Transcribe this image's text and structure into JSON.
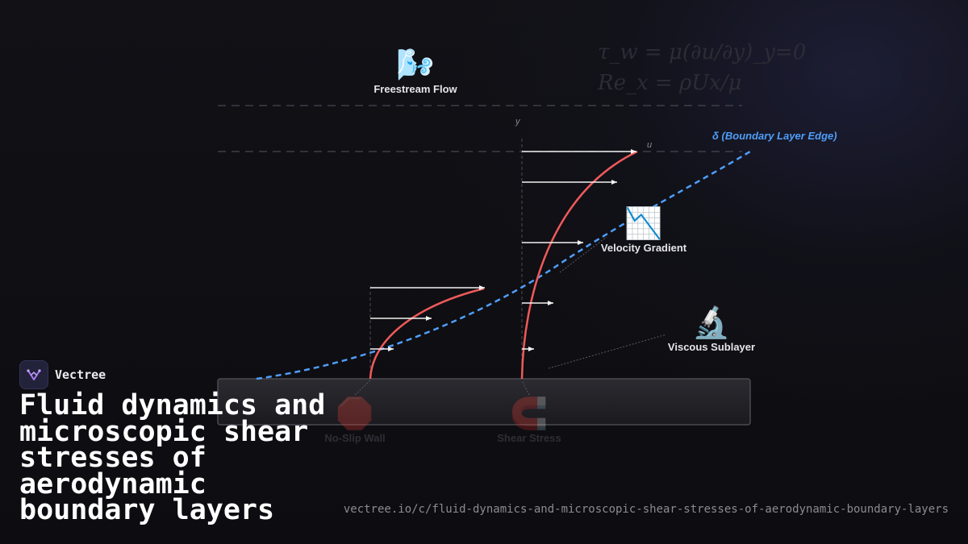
{
  "formulas": {
    "wall_shear": "τ_w = μ(∂u/∂y)_y=0",
    "reynolds": "Re_x = ρUx/μ"
  },
  "axes": {
    "y_label": "y",
    "u_label": "u"
  },
  "boundary_layer_edge": {
    "label": "δ (Boundary Layer Edge)",
    "color": "#4f9ef8"
  },
  "profile_color": "#ef5a5a",
  "callouts": {
    "freestream": {
      "emoji": "🌬️",
      "icon": "wind-face-icon",
      "label": "Freestream Flow"
    },
    "velocity_gradient": {
      "emoji": "📉",
      "icon": "chart-decreasing-icon",
      "label": "Velocity Gradient"
    },
    "viscous_sublayer": {
      "emoji": "🔬",
      "icon": "microscope-icon",
      "label": "Viscous Sublayer"
    },
    "no_slip": {
      "emoji": "🛑",
      "icon": "stop-sign-icon",
      "label": "No-Slip Wall"
    },
    "shear_stress": {
      "emoji": "🧲",
      "icon": "magnet-icon",
      "label": "Shear Stress"
    }
  },
  "brand": {
    "name": "Vectree",
    "logo_icon": "vectree-logo-icon",
    "accent": "#a77bf0"
  },
  "title": "Fluid dynamics and microscopic shear stresses of aerodynamic boundary layers",
  "url": "vectree.io/c/fluid-dynamics-and-microscopic-shear-stresses-of-aerodynamic-boundary-layers"
}
